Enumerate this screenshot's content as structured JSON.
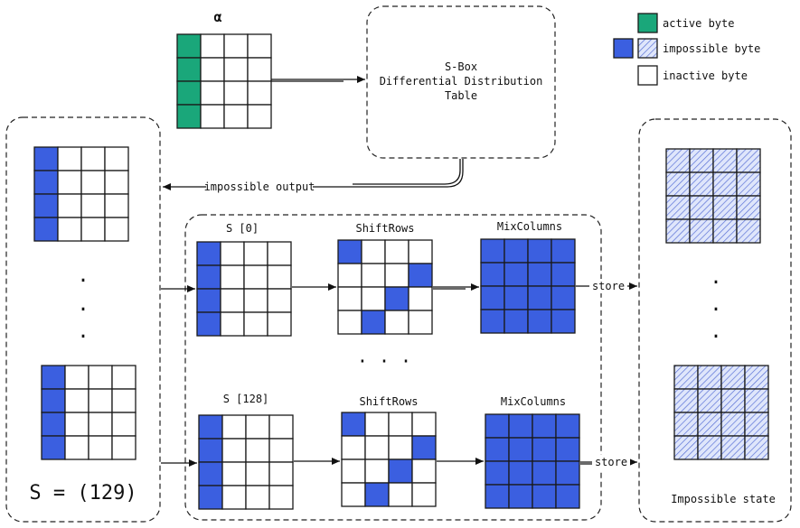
{
  "colors": {
    "active": "#1aa77a",
    "impossible": "#3b5fe0",
    "hatch": "#5a72d6",
    "inactive": "#ffffff",
    "stroke": "#1a1a1a"
  },
  "legend": {
    "active": "active byte",
    "impossible": "impossible byte",
    "inactive": "inactive byte"
  },
  "alpha_label": "α",
  "ddt_box": {
    "line1": "S-Box",
    "line2": "Differential Distribution",
    "line3": "Table"
  },
  "impossible_output_label": "impossible output",
  "s_count_label": "S = (129)",
  "ellipsis_vertical": "·",
  "ellipsis_horizontal": "· · ·",
  "rows": [
    {
      "state_label": "S [0]",
      "shiftrows_label": "ShiftRows",
      "mixcolumns_label": "MixColumns",
      "store_label": "store"
    },
    {
      "state_label": "S [128]",
      "shiftrows_label": "ShiftRows",
      "mixcolumns_label": "MixColumns",
      "store_label": "store"
    }
  ],
  "impossible_state_label": "Impossible state",
  "grids": {
    "alpha": "A...A...A...A...",
    "candidate_top": "I...I...I...I...",
    "candidate_bottom": "I...I...I...I...",
    "s0": "I...I...I...I...",
    "s0_shift": "I......I..I..I..",
    "s0_mix": "IIIIIIIIIIIIIIII",
    "s128": "I...I...I...I...",
    "s128_shift": "I......I..I..I..",
    "s128_mix": "IIIIIIIIIIIIIIII",
    "imp_top": "HHHHHHHHHHHHHHHH",
    "imp_bottom": "HHHHHHHHHHHHHHHH"
  }
}
